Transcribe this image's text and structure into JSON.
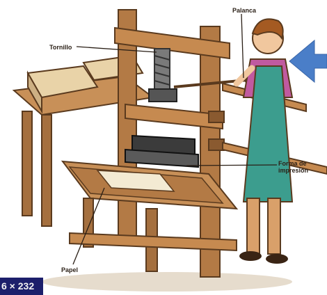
{
  "labels": {
    "palanca": "Palanca",
    "tornillo": "Tornillo",
    "forma": "Forma de\nimpresión",
    "papel": "Papel"
  },
  "overlay": {
    "dimensions_text": "6 × 232",
    "arrow_icon": "left-arrow-icon",
    "arrow_color": "#4a7ec8"
  },
  "colors": {
    "wood": "#b37a45",
    "wood_dark": "#6e4522",
    "apron": "#3c9d8e",
    "shirt": "#c05aa0"
  }
}
